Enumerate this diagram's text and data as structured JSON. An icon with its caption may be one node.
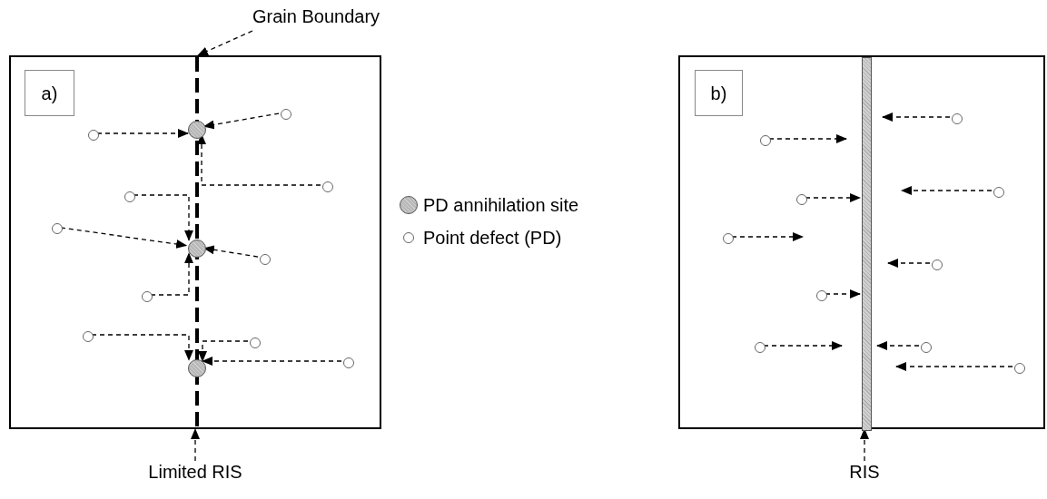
{
  "diagram": {
    "nodes": [
      {
        "text": [],
        "shape": "box"
      },
      {
        "text": [
          "a)"
        ],
        "in": 0
      },
      {
        "text": [],
        "shape": "line",
        "in": 0
      },
      {
        "text": [],
        "shape": "circle",
        "in": 0
      },
      {
        "text": [],
        "shape": "circle",
        "in": 0
      },
      {
        "text": [],
        "shape": "circle",
        "in": 0
      },
      {
        "text": [],
        "shape": "circle",
        "in": 0
      },
      {
        "text": [],
        "shape": "circle",
        "in": 0
      },
      {
        "text": [],
        "shape": "circle",
        "in": 0
      },
      {
        "text": [],
        "shape": "circle",
        "in": 0
      },
      {
        "text": [],
        "shape": "circle",
        "in": 0
      },
      {
        "text": [],
        "shape": "circle",
        "in": 0
      },
      {
        "text": [],
        "shape": "circle",
        "in": 0
      },
      {
        "text": [],
        "shape": "circle",
        "in": 0
      },
      {
        "text": [],
        "shape": "circle",
        "in": 0
      },
      {
        "text": [],
        "shape": "circle",
        "in": 0
      },
      {
        "text": [
          "Grain Boundary"
        ]
      },
      {
        "text": [
          "Limited RIS"
        ]
      },
      {
        "text": [],
        "shape": "box"
      },
      {
        "text": [
          "b)"
        ],
        "in": 18
      },
      {
        "text": [],
        "shape": "bar",
        "in": 18
      },
      {
        "text": [],
        "shape": "circle",
        "in": 18
      },
      {
        "text": [],
        "shape": "circle",
        "in": 18
      },
      {
        "text": [],
        "shape": "circle",
        "in": 18
      },
      {
        "text": [],
        "shape": "circle",
        "in": 18
      },
      {
        "text": [],
        "shape": "circle",
        "in": 18
      },
      {
        "text": [],
        "shape": "circle",
        "in": 18
      },
      {
        "text": [],
        "shape": "circle",
        "in": 18
      },
      {
        "text": [],
        "shape": "circle",
        "in": 18
      },
      {
        "text": [],
        "shape": "circle",
        "in": 18
      },
      {
        "text": [],
        "shape": "circle",
        "in": 18
      },
      {
        "text": [
          "RIS"
        ]
      }
    ],
    "edges": [
      {
        "from": 16,
        "to": 2,
        "arrow": "to",
        "style": "dashed"
      },
      {
        "from": 6,
        "to": 3,
        "arrow": "to",
        "style": "dashed"
      },
      {
        "from": 7,
        "to": 3,
        "arrow": "to",
        "style": "dashed"
      },
      {
        "from": 8,
        "to": 3,
        "arrow": "to",
        "style": "dashed"
      },
      {
        "from": 9,
        "to": 4,
        "arrow": "to",
        "style": "dashed"
      },
      {
        "from": 10,
        "to": 4,
        "arrow": "to",
        "style": "dashed"
      },
      {
        "from": 11,
        "to": 4,
        "arrow": "to",
        "style": "dashed"
      },
      {
        "from": 12,
        "to": 4,
        "arrow": "to",
        "style": "dashed"
      },
      {
        "from": 13,
        "to": 5,
        "arrow": "to",
        "style": "dashed"
      },
      {
        "from": 14,
        "to": 5,
        "arrow": "to",
        "style": "dashed"
      },
      {
        "from": 15,
        "to": 5,
        "arrow": "to",
        "style": "dashed"
      },
      {
        "from": 17,
        "to": 2,
        "arrow": "to",
        "style": "dashed"
      },
      {
        "from": 21,
        "to": 20,
        "arrow": "to",
        "style": "dashed"
      },
      {
        "from": 22,
        "to": 20,
        "arrow": "to",
        "style": "dashed"
      },
      {
        "from": 23,
        "to": 20,
        "arrow": "to",
        "style": "dashed"
      },
      {
        "from": 24,
        "to": 20,
        "arrow": "to",
        "style": "dashed"
      },
      {
        "from": 25,
        "to": null,
        "arrow": "to",
        "style": "dashed"
      },
      {
        "from": 26,
        "to": 20,
        "arrow": "to",
        "style": "dashed"
      },
      {
        "from": 27,
        "to": 20,
        "arrow": "to",
        "style": "dashed"
      },
      {
        "from": 28,
        "to": 20,
        "arrow": "to",
        "style": "dashed"
      },
      {
        "from": 29,
        "to": 20,
        "arrow": "to",
        "style": "dashed"
      },
      {
        "from": 30,
        "to": 20,
        "arrow": "to",
        "style": "dashed"
      },
      {
        "from": 31,
        "to": 20,
        "arrow": "to",
        "style": "dashed"
      }
    ],
    "legend": [
      {
        "text": "PD annihilation site"
      },
      {
        "text": "Point defect (PD)"
      }
    ]
  }
}
